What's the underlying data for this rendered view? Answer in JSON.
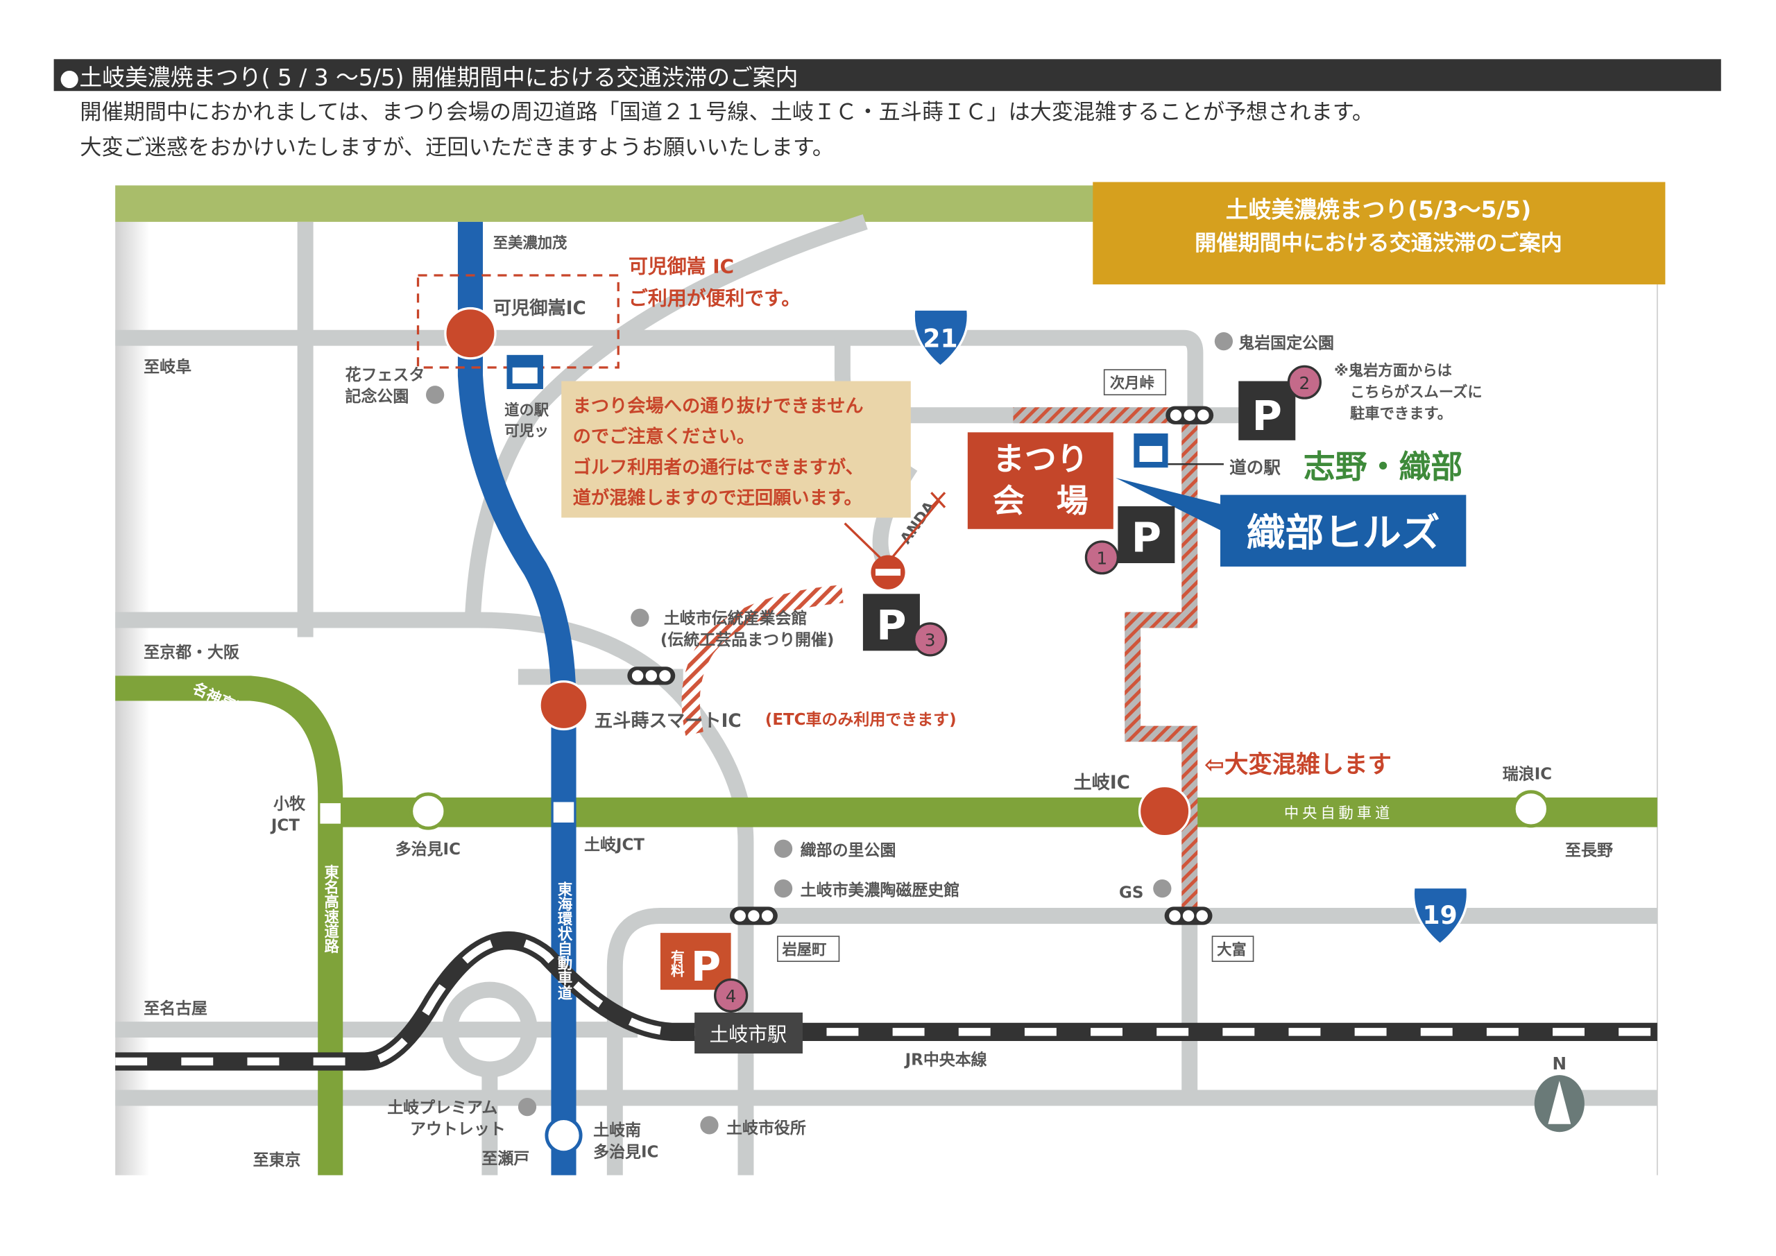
{
  "header": {
    "title": "●土岐美濃焼まつり( 5 / 3 ～5/5)  開催期間中における交通渋滞のご案内",
    "line1": "開催期間中におかれましては、まつり会場の周辺道路「国道２１号線、土岐ＩＣ・五斗蒔ＩＣ」は大変混雑することが予想されます。",
    "line2": "大変ご迷惑をおかけいたしますが、迂回いただきますようお願いいたします。"
  },
  "title_box": {
    "line1": "土岐美濃焼まつり(5/3～5/5)",
    "line2": "開催期間中における交通渋滞のご案内"
  },
  "callouts": {
    "kani_1": "可児御嵩 IC",
    "kani_2": "ご利用が便利です。",
    "note": [
      "まつり会場への通り抜けできません",
      "のでご注意ください。",
      "ゴルフ利用者の通行はできますが、",
      "道が混雑しますので迂回願います。"
    ],
    "congestion": "⇦大変混雑します",
    "etc": "(ETC車のみ利用できます)",
    "parking2_note": [
      "※鬼岩方面からは",
      "こちらがスムーズに",
      "駐車できます。"
    ]
  },
  "venue": {
    "line1": "まつり",
    "line2": "会　場"
  },
  "oribe_hills": "織部ヒルズ",
  "michinoeki_shino": {
    "prefix": "道の駅",
    "name": "志野・織部"
  },
  "parking": {
    "symbol": "P",
    "paid": "有料",
    "numbers": [
      "1",
      "2",
      "3",
      "4"
    ]
  },
  "shields": {
    "r21": "21",
    "r19": "19"
  },
  "north": "N",
  "map_labels": {
    "to_minokamo": "至美濃加茂",
    "kani_ic": "可児御嵩IC",
    "to_gifu": "至岐阜",
    "hanafesta": [
      "花フェスタ",
      "記念公園"
    ],
    "michinoeki_kani": [
      "道の駅",
      "可児ッ"
    ],
    "oniiwa": "鬼岩国定公園",
    "tsukiji": "次月峠",
    "dento": [
      "土岐市伝統産業会館",
      "(伝統工芸品まつり開催)"
    ],
    "to_kyoto": "至京都・大阪",
    "meishin": "名神高速道路",
    "gotomaki": "五斗蒔スマートIC",
    "toki_ic": "土岐IC",
    "mizunami_ic": "瑞浪IC",
    "chuo": "中央自動車道",
    "komaki": [
      "小牧",
      "JCT"
    ],
    "tajimi_ic": "多治見IC",
    "toki_jct": "土岐JCT",
    "oribe_park": "織部の里公園",
    "museum": "土岐市美濃陶磁歴史館",
    "gs": "GS",
    "to_nagano": "至長野",
    "tomei": "東名高速道路",
    "tokai": "東海環状自動車道",
    "iwayacho": "岩屋町",
    "omiya": "大富",
    "to_nagoya": "至名古屋",
    "toki_station": "土岐市駅",
    "jr": "JR中央本線",
    "outlet": [
      "土岐プレミアム",
      "アウトレット"
    ],
    "toki_minami": [
      "土岐南",
      "多治見IC"
    ],
    "city_hall": "土岐市役所",
    "to_tokyo": "至東京",
    "to_seto": "至瀬戸",
    "anda": "ANDA"
  },
  "colors": {
    "header": "#333333",
    "title_box": "#d6a01e",
    "expressway": "#7fa33a",
    "tokai": "#1f63b0",
    "ic": "#c9492b",
    "road": "#c9cccc",
    "note_bg": "#ead5a9"
  }
}
